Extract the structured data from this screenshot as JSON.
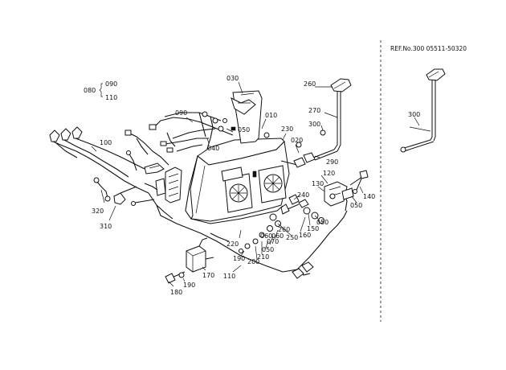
{
  "ref_note": "REF.No.300 05511-50320",
  "labels": {
    "p030": "030",
    "p080": "080",
    "p090a": "090",
    "p110a": "110",
    "p090b": "090",
    "p050a": "050",
    "p040": "040",
    "p010": "010",
    "p230": "230",
    "p020": "020",
    "p260a": "260",
    "p270": "270",
    "p300a": "300",
    "p290": "290",
    "p100": "100",
    "p120": "120",
    "p130": "130",
    "p240": "240",
    "p140": "140",
    "p050b": "050",
    "p050c": "050",
    "p150": "150",
    "p160": "160",
    "p250": "250",
    "p260b": "260",
    "p060a": "060",
    "p070": "070",
    "p060b": "060",
    "p050d": "050",
    "p210": "210",
    "p200": "200",
    "p220": "220",
    "p190a": "190",
    "p110b": "110",
    "p170": "170",
    "p190b": "190",
    "p180": "180",
    "p320": "320",
    "p310": "310",
    "p300b": "300"
  }
}
